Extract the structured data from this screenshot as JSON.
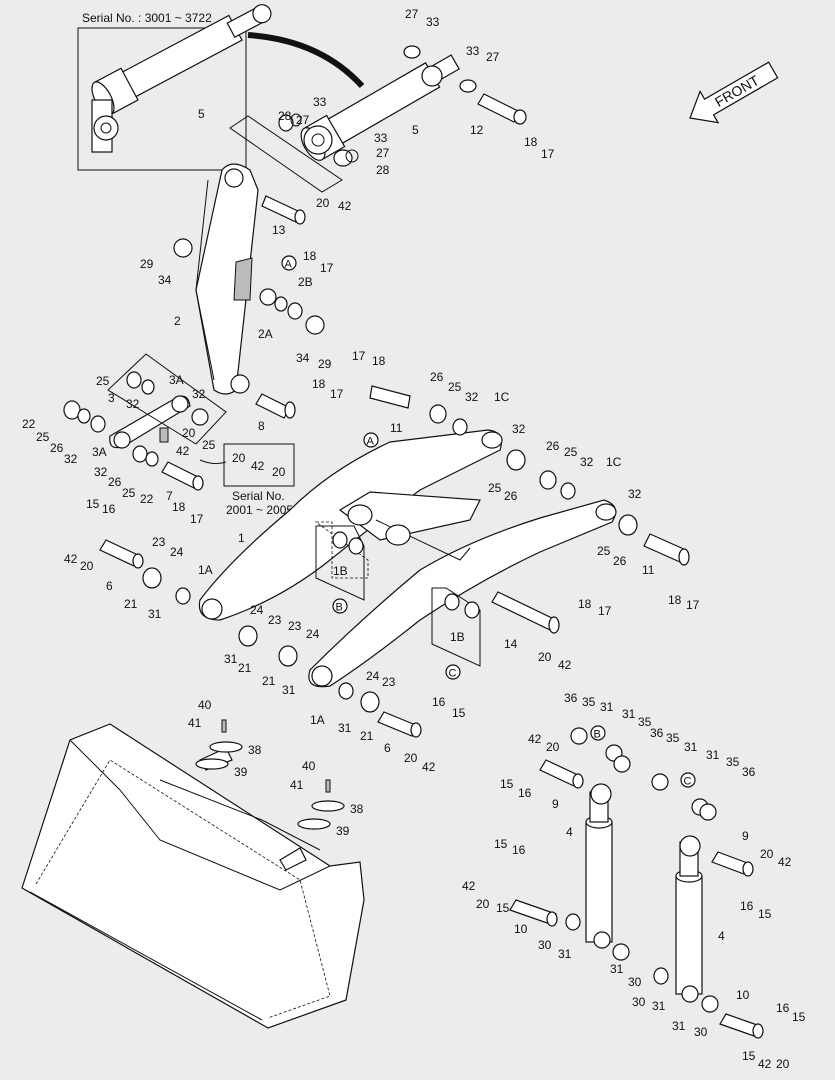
{
  "serial_top": "Serial No. : 3001 ~ 3722",
  "serial_bottom": [
    "Serial No.",
    "2001 ~ 2005"
  ],
  "front_label": "FRONT",
  "callouts": [
    "A",
    "B",
    "C"
  ],
  "part_labels": {
    "l_27a": "27",
    "l_33a": "33",
    "l_33b": "33",
    "l_27b": "27",
    "l_5a": "5",
    "l_5b": "5",
    "l_12": "12",
    "l_18a": "18",
    "l_17a": "17",
    "l_28a": "28",
    "l_27c": "27",
    "l_33c": "33",
    "l_33d": "33",
    "l_27d": "27",
    "l_28b": "28",
    "l_13": "13",
    "l_20a": "20",
    "l_42a": "42",
    "l_18b": "18",
    "l_17b": "17",
    "l_29a": "29",
    "l_34a": "34",
    "l_2B": "2B",
    "l_2": "2",
    "l_2A": "2A",
    "l_34b": "34",
    "l_29b": "29",
    "l_17c": "17",
    "l_18c": "18",
    "l_26a": "26",
    "l_25a": "25",
    "l_32a": "32",
    "l_1Ca": "1C",
    "l_11a": "11",
    "l_25b": "25",
    "l_3A": "3A",
    "l_32b": "32",
    "l_3": "3",
    "l_32c": "32",
    "l_22a": "22",
    "l_25c": "25",
    "l_26b": "26",
    "l_32d": "32",
    "l_3Ab": "3A",
    "l_18d": "18",
    "l_17d": "17",
    "l_8": "8",
    "l_20b": "20",
    "l_25d": "25",
    "l_42b": "42",
    "l_32e": "32",
    "l_26c": "26",
    "l_25e": "25",
    "l_22b": "22",
    "l_7": "7",
    "l_18e": "18",
    "l_17e": "17",
    "l_20c": "20",
    "l_42c": "42",
    "l_20d": "20",
    "l_32f": "32",
    "l_25f": "25",
    "l_26d": "26",
    "l_26e": "26",
    "l_25g": "25",
    "l_32g": "32",
    "l_1Cb": "1C",
    "l_32h": "32",
    "l_15a": "15",
    "l_16a": "16",
    "l_42d": "42",
    "l_20e": "20",
    "l_6a": "6",
    "l_23a": "23",
    "l_24a": "24",
    "l_21a": "21",
    "l_31a": "31",
    "l_1Aa": "1A",
    "l_1": "1",
    "l_1Ba": "1B",
    "l_25h": "25",
    "l_26f": "26",
    "l_11b": "11",
    "l_18f": "18",
    "l_17f": "17",
    "l_24b": "24",
    "l_23b": "23",
    "l_31b": "31",
    "l_21b": "21",
    "l_23c": "23",
    "l_24c": "24",
    "l_21c": "21",
    "l_31c": "31",
    "l_1Bb": "1B",
    "l_14": "14",
    "l_18g": "18",
    "l_17g": "17",
    "l_20f": "20",
    "l_42e": "42",
    "l_24d": "24",
    "l_23d": "23",
    "l_1Ab": "1A",
    "l_31d": "31",
    "l_21d": "21",
    "l_16b": "16",
    "l_15b": "15",
    "l_6b": "6",
    "l_20g": "20",
    "l_42f": "42",
    "l_40a": "40",
    "l_41a": "41",
    "l_38a": "38",
    "l_39a": "39",
    "l_40b": "40",
    "l_41b": "41",
    "l_38b": "38",
    "l_39b": "39",
    "l_36a": "36",
    "l_35a": "35",
    "l_31e": "31",
    "l_42g": "42",
    "l_20h": "20",
    "l_15c": "15",
    "l_16c": "16",
    "l_9a": "9",
    "l_31f": "31",
    "l_35b": "35",
    "l_36b": "36",
    "l_35c": "35",
    "l_31g": "31",
    "l_31h": "31",
    "l_35d": "35",
    "l_36c": "36",
    "l_4a": "4",
    "l_9b": "9",
    "l_20i": "20",
    "l_42h": "42",
    "l_16d": "16",
    "l_15d": "15",
    "l_15e": "15",
    "l_16e": "16",
    "l_42i": "42",
    "l_20j": "20",
    "l_15f": "15",
    "l_10a": "10",
    "l_30a": "30",
    "l_31i": "31",
    "l_31j": "31",
    "l_30b": "30",
    "l_4b": "4",
    "l_30c": "30",
    "l_31k": "31",
    "l_10b": "10",
    "l_31l": "31",
    "l_30d": "30",
    "l_16f": "16",
    "l_15g": "15",
    "l_15h": "15",
    "l_42j": "42",
    "l_20k": "20"
  }
}
